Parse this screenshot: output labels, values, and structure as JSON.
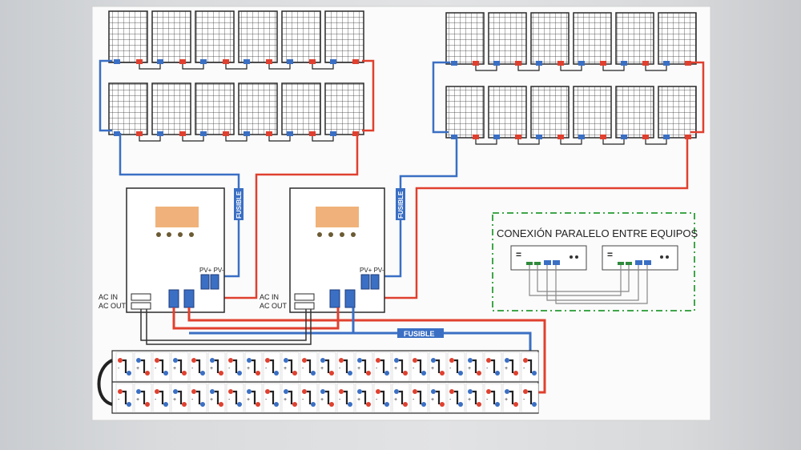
{
  "labels": {
    "fusible_1": "FUSIBLE",
    "fusible_2": "FUSIBLE",
    "fusible_main": "FUSIBLE",
    "pv_plus_minus_1": "PV+ PV-",
    "pv_plus_minus_2": "PV+ PV-",
    "ac_in_1": "AC IN",
    "ac_out_1": "AC OUT",
    "ac_in_2": "AC IN",
    "ac_out_2": "AC OUT",
    "parallel_title": "CONEXIÓN PARALELO ENTRE EQUIPOS",
    "equal_sign": "="
  },
  "colors": {
    "positive": "#e0402f",
    "negative": "#3a6fc4",
    "panel_frame": "#2a2a2a",
    "screen": "#f0b27a",
    "dashed_box": "#3fa64a",
    "parallel_green": "#2f8a3c",
    "fuse_fill": "#3a6fc4",
    "ac_wire": "#333333",
    "battery_jumper": "#222222"
  },
  "components": {
    "solar_arrays": 2,
    "inverters": 2,
    "battery_bank": "2 rows of battery cells"
  }
}
